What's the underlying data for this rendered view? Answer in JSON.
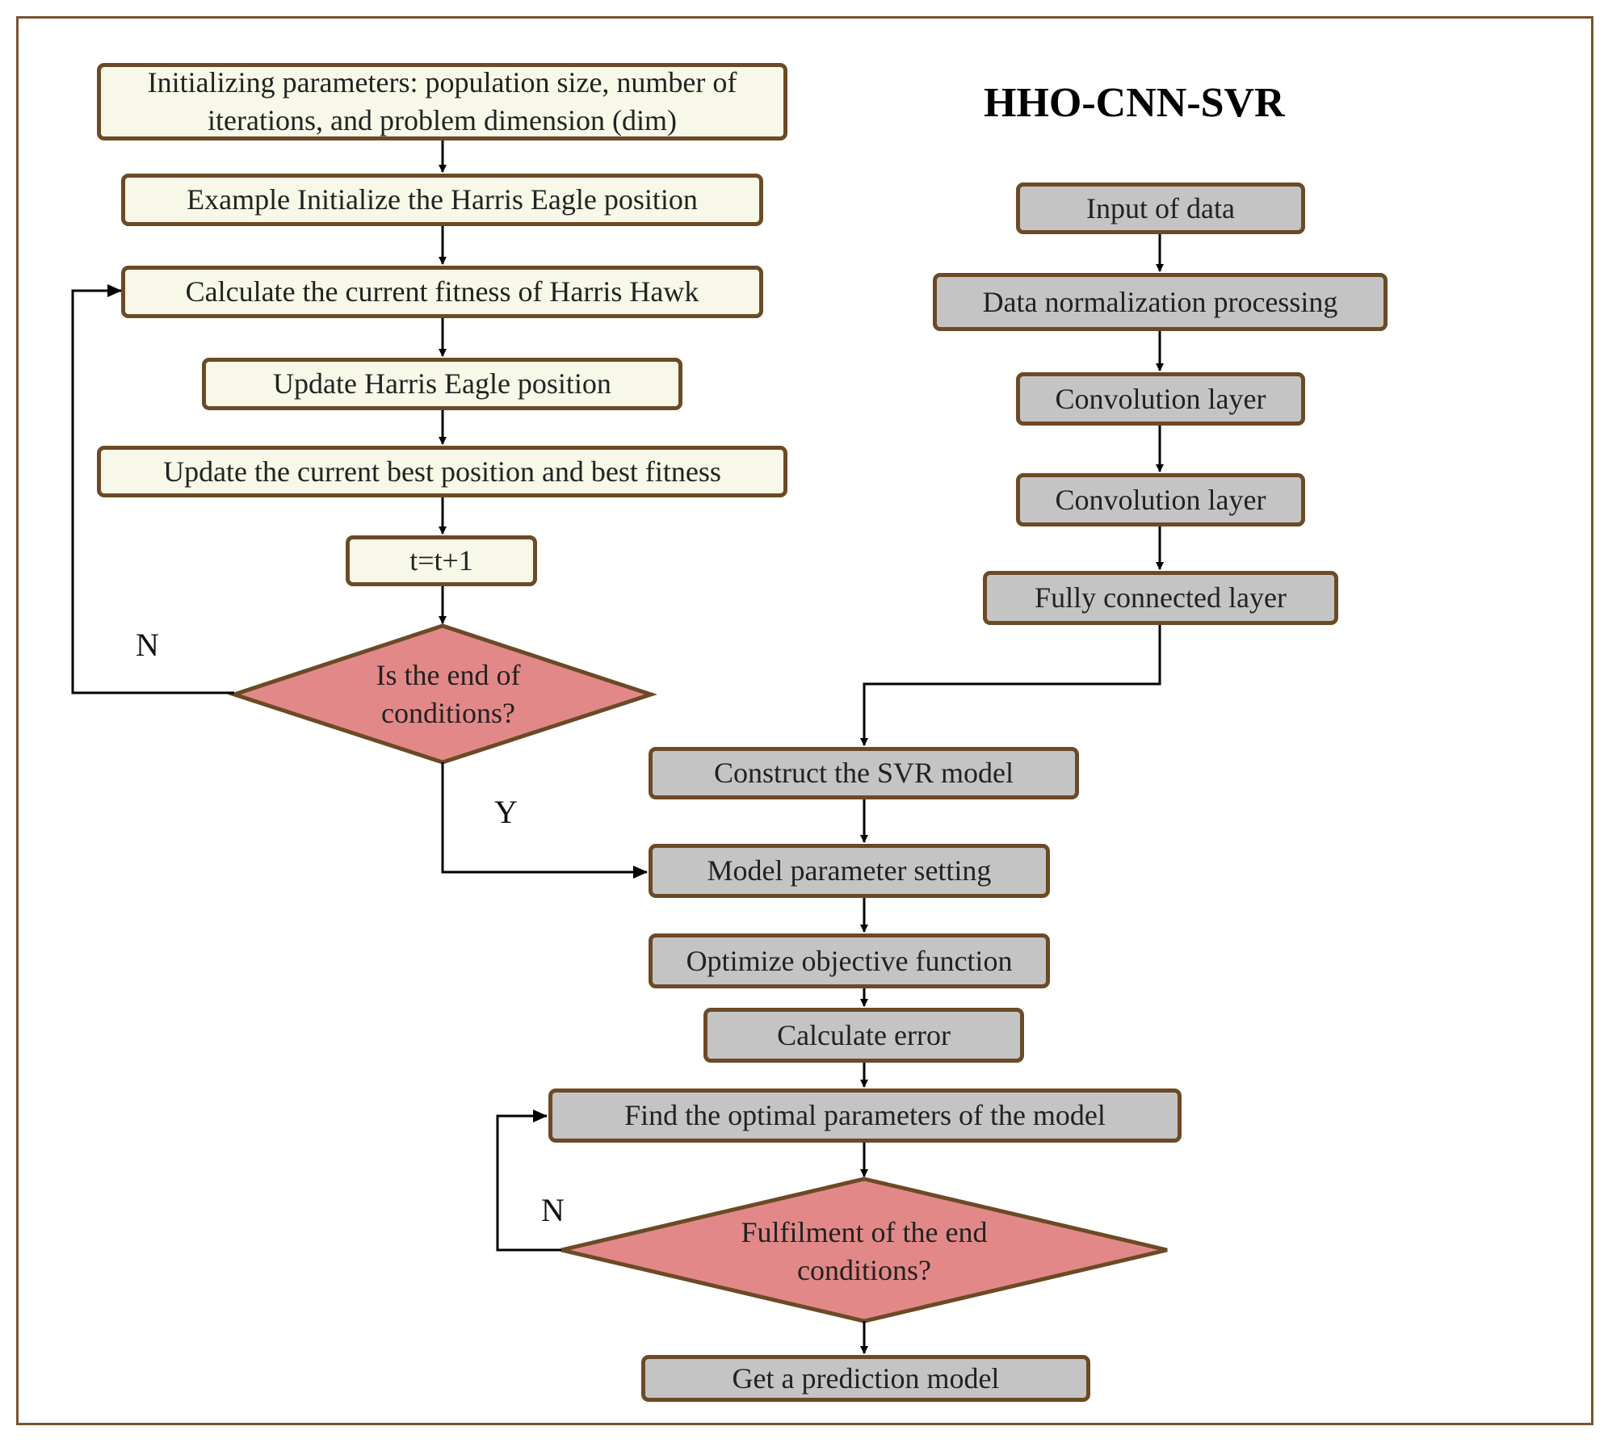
{
  "title": "HHO-CNN-SVR",
  "hho": {
    "init_params": "Initializing parameters: population size, number of iterations, and problem dimension (dim)",
    "init_position": "Example Initialize the Harris Eagle position",
    "calc_fitness": "Calculate the current fitness of Harris Hawk",
    "update_position": "Update Harris Eagle position",
    "update_best": "Update the current best position and best fitness",
    "increment": "t=t+1",
    "end_check": "Is the end of conditions?",
    "label_no": "N",
    "label_yes": "Y"
  },
  "cnn": {
    "input": "Input of data",
    "normalization": "Data normalization processing",
    "conv1": "Convolution layer",
    "conv2": "Convolution layer",
    "fully_connected": "Fully connected layer"
  },
  "svr": {
    "construct": "Construct the SVR model",
    "param_setting": "Model parameter setting",
    "optimize": "Optimize objective function",
    "calc_error": "Calculate error",
    "find_optimal": "Find the optimal parameters of the model",
    "end_check": "Fulfilment of the end conditions?",
    "label_no": "N",
    "result": "Get a prediction model"
  },
  "colors": {
    "border": "#6b4a26",
    "cream_fill": "#f8f8e8",
    "grey_fill": "#c4c4c4",
    "decision_fill": "#e38888",
    "arrow": "#000000"
  }
}
